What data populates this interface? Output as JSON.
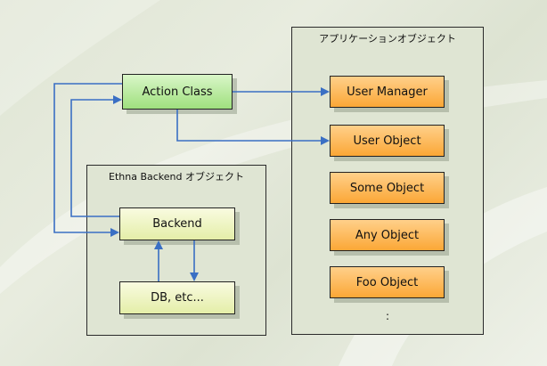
{
  "groups": {
    "application": {
      "title": "アプリケーションオブジェクト"
    },
    "backend": {
      "title": "Ethna Backend オブジェクト"
    }
  },
  "nodes": {
    "action_class": "Action Class",
    "user_manager": "User Manager",
    "user_object": "User Object",
    "some_object": "Some Object",
    "any_object": "Any Object",
    "foo_object": "Foo Object",
    "backend": "Backend",
    "db": "DB, etc..."
  },
  "ellipsis": ":",
  "colors": {
    "arrow": "#3a6fc4",
    "green_node": "#9fe07e",
    "yellow_node": "#e4eea8",
    "orange_node": "#fba736",
    "group_fill": "#dfe5d3"
  }
}
